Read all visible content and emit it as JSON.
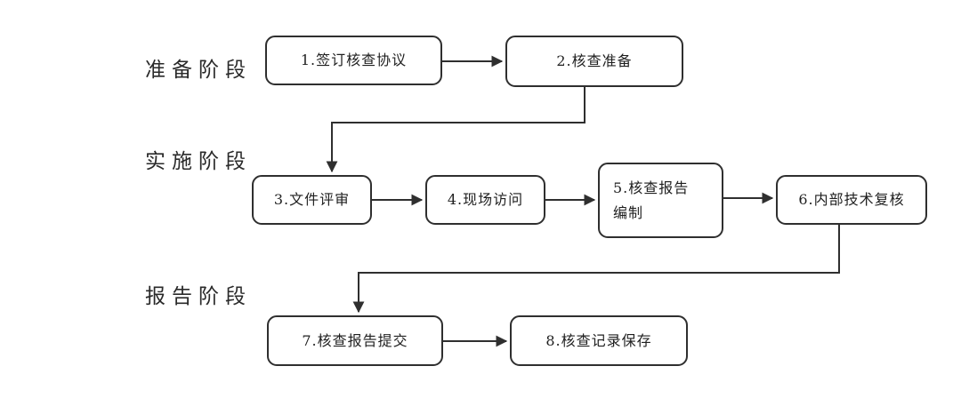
{
  "diagram": {
    "type": "flowchart",
    "title": "",
    "colors": {
      "stroke": "#2f2f2f",
      "text": "#1f1f1f",
      "background": "#ffffff"
    },
    "phases": [
      {
        "id": "prepare",
        "label": "准备阶段"
      },
      {
        "id": "implement",
        "label": "实施阶段"
      },
      {
        "id": "report",
        "label": "报告阶段"
      }
    ],
    "steps": [
      {
        "id": 1,
        "phase": "prepare",
        "label": "1.签订核查协议"
      },
      {
        "id": 2,
        "phase": "prepare",
        "label": "2.核查准备"
      },
      {
        "id": 3,
        "phase": "implement",
        "label": "3.文件评审"
      },
      {
        "id": 4,
        "phase": "implement",
        "label": "4.现场访问"
      },
      {
        "id": 5,
        "phase": "implement",
        "label": "5.核查报告编制"
      },
      {
        "id": 6,
        "phase": "implement",
        "label": "6.内部技术复核"
      },
      {
        "id": 7,
        "phase": "report",
        "label": "7.核查报告提交"
      },
      {
        "id": 8,
        "phase": "report",
        "label": "8.核查记录保存"
      }
    ],
    "connections": [
      {
        "from": 1,
        "to": 2
      },
      {
        "from": 2,
        "to": 3
      },
      {
        "from": 3,
        "to": 4
      },
      {
        "from": 4,
        "to": 5
      },
      {
        "from": 5,
        "to": 6
      },
      {
        "from": 6,
        "to": 7
      },
      {
        "from": 7,
        "to": 8
      }
    ]
  }
}
